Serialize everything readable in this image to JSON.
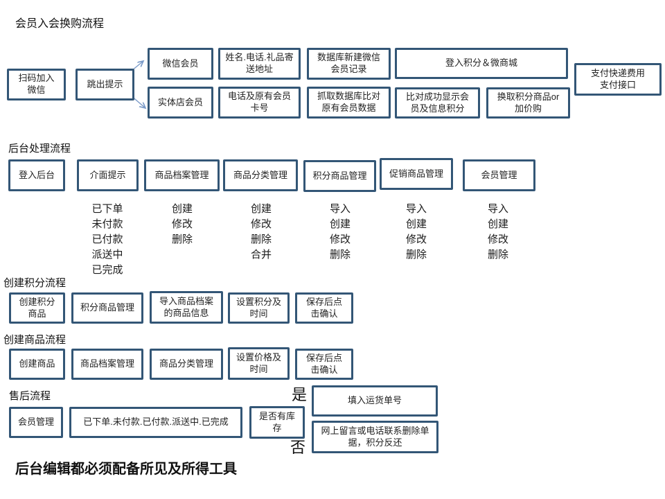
{
  "colors": {
    "box_border": "#335676",
    "arrow": "#7A9AC8",
    "text": "#222222"
  },
  "flow1": {
    "title": "会员入会换购流程",
    "scan": "扫码加入\n微信",
    "popup": "跳出提示",
    "wechat_member": "微信会员",
    "store_member": "实体店会员",
    "name_gift": "姓名.电话.礼品寄\n送地址",
    "phone_card": "电话及原有会员\n卡号",
    "db_new": "数据库新建微信\n会员记录",
    "db_compare": "抓取数据库比对\n原有会员数据",
    "login_mall": "登入积分＆微商城",
    "compare_ok": "比对成功显示会\n员及信息积分",
    "exchange": "换取积分商品or\n加价购",
    "pay": "支付快递费用\n支付接口"
  },
  "flow2": {
    "title": "后台处理流程",
    "login_admin": "登入后台",
    "ui_prompt": "介面提示",
    "archive_mgmt": "商品档案管理",
    "category_mgmt": "商品分类管理",
    "points_mgmt": "积分商品管理",
    "promo_mgmt": "促销商品管理",
    "member_mgmt": "会员管理",
    "list_orders": "已下单\n未付款\n已付款\n派送中\n已完成",
    "list_archive": "创建\n修改\n删除",
    "list_category": "创建\n修改\n删除\n合并",
    "list_points": "导入\n创建\n修改\n删除",
    "list_promo": "导入\n创建\n修改\n删除",
    "list_member": "导入\n创建\n修改\n删除"
  },
  "flow3": {
    "title": "创建积分流程",
    "create_points": "创建积分\n商品",
    "points_mgmt": "积分商品管理",
    "import_archive": "导入商品档案\n的商品信息",
    "set_points_time": "设置积分及\n时间",
    "save_confirm": "保存后点\n击确认"
  },
  "flow4": {
    "title": "创建商品流程",
    "create_product": "创建商品",
    "archive_mgmt": "商品档案管理",
    "category_mgmt": "商品分类管理",
    "set_price_time": "设置价格及\n时间",
    "save_confirm": "保存后点\n击确认"
  },
  "flow5": {
    "title": "售后流程",
    "member_mgmt": "会员管理",
    "order_states": "已下单.未付款.已付款.派送中.已完成",
    "stock_check": "是否有库\n存",
    "yes_label": "是",
    "no_label": "否",
    "fill_tracking": "填入运货单号",
    "delete_order": "网上留言或电话联系删除单\n据，积分反还"
  },
  "footer": {
    "note": "后台编辑都必须配备所见及所得工具"
  }
}
